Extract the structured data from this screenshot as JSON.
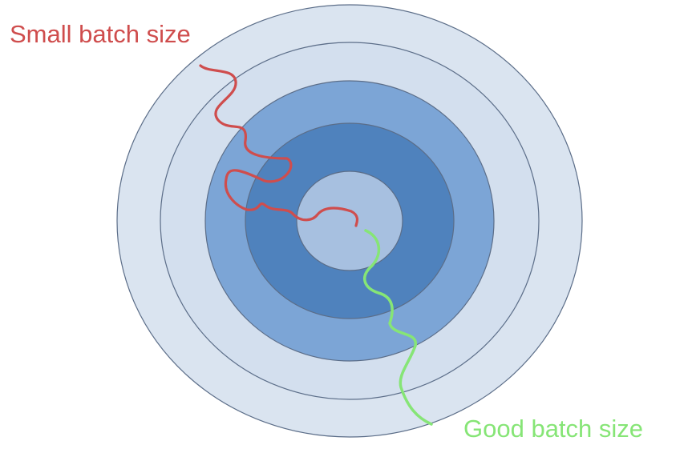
{
  "labels": {
    "small": "Small batch size",
    "good": "Good batch size"
  },
  "colors": {
    "background": "#ffffff",
    "outline": "#5b6d88",
    "ring_outer": "#dae4f0",
    "ring_2": "#d3dfee",
    "ring_3": "#7ca5d6",
    "ring_4": "#4f82bd",
    "core": "#a7c0e0",
    "small_path": "#cf4d4d",
    "good_path": "#86e576"
  },
  "paths": {
    "small": {
      "name": "small-batch-path",
      "color_key": "small_path"
    },
    "good": {
      "name": "good-batch-path",
      "color_key": "good_path"
    }
  }
}
